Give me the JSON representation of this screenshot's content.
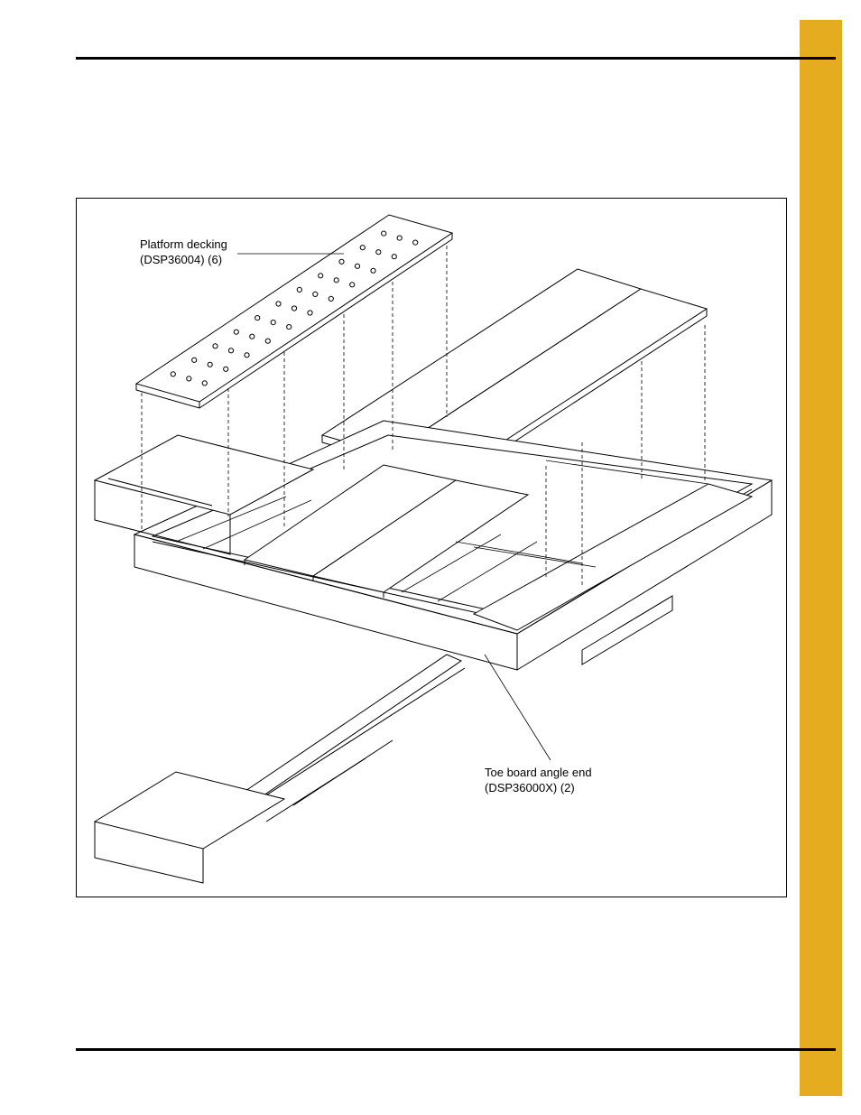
{
  "colors": {
    "side_tab": "#E6AC20",
    "rule": "#000000",
    "line_art": "#000000"
  },
  "figure": {
    "callouts": [
      {
        "line1": "Platform decking",
        "line2": "(DSP36004) (6)"
      },
      {
        "line1": "Toe board angle end",
        "line2": "(DSP36000X) (2)"
      }
    ]
  }
}
